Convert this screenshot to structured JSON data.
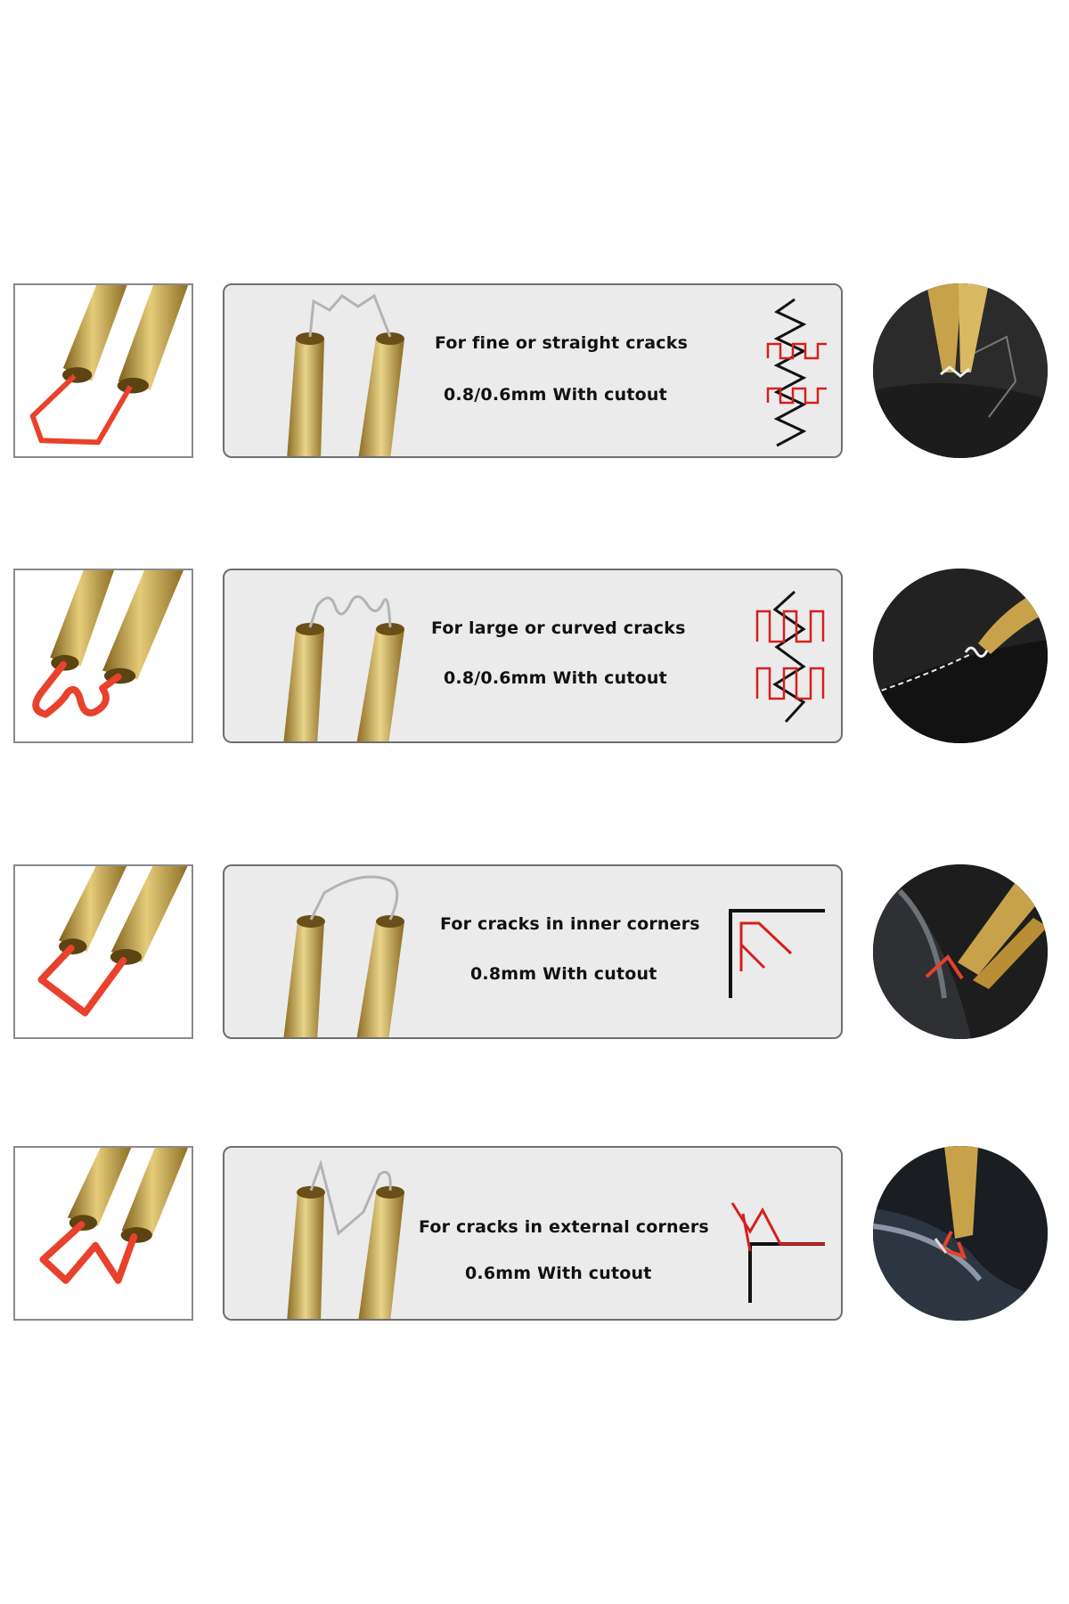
{
  "rows": [
    {
      "title": "For fine or straight cracks",
      "spec": "0.8/0.6mm With cutout",
      "shape": "fine-wave-staple"
    },
    {
      "title": "For large or curved cracks",
      "spec": "0.8/0.6mm With cutout",
      "shape": "large-wave-staple"
    },
    {
      "title": "For cracks in inner corners",
      "spec": "0.8mm With cutout",
      "shape": "inner-corner-staple"
    },
    {
      "title": "For cracks in external corners",
      "spec": "0.6mm With cutout",
      "shape": "outer-corner-staple"
    }
  ],
  "colors": {
    "brass": "#c7a24a",
    "staple_hot": "#e8412c",
    "staple_wire": "#b9b9b9",
    "panel_bg": "#ebebeb",
    "diagram_red": "#d61f1f",
    "diagram_black": "#111111"
  }
}
